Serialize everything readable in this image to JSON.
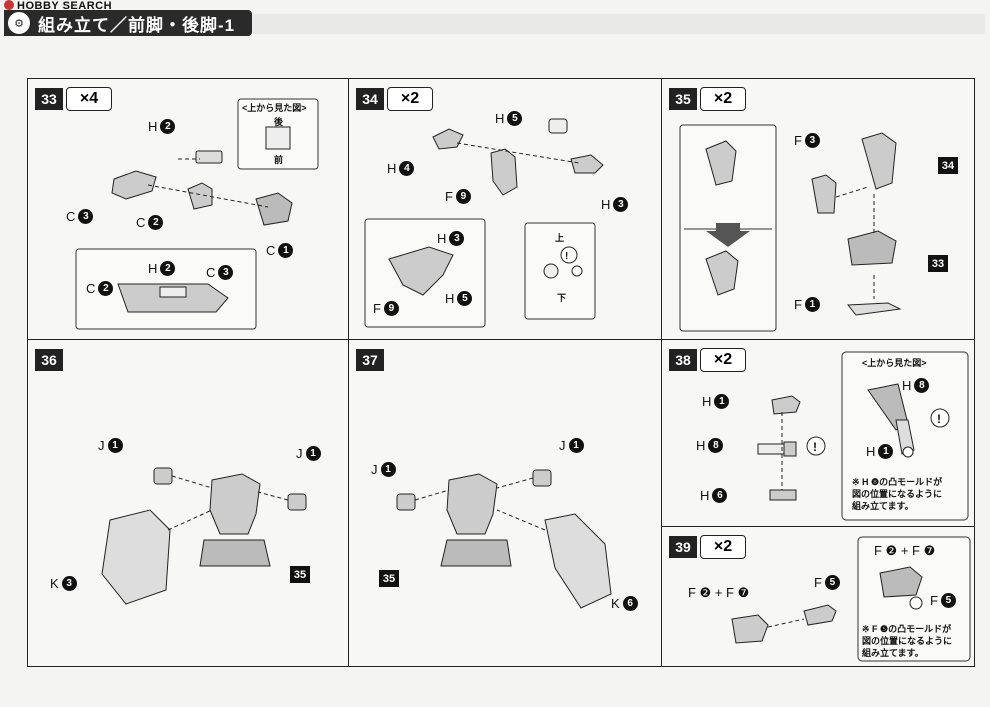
{
  "header": {
    "watermark": "HOBBY SEARCH",
    "title": "組み立て／前脚・後脚-1",
    "brand_color": "#2a2a2a"
  },
  "steps": {
    "s33": {
      "no": "33",
      "mult": "×4",
      "top_view": {
        "title": "<上から見た図>",
        "back": "後",
        "front": "前"
      },
      "parts": [
        {
          "l": "H",
          "n": "2"
        },
        {
          "l": "C",
          "n": "3"
        },
        {
          "l": "C",
          "n": "2"
        },
        {
          "l": "C",
          "n": "1"
        }
      ],
      "detail": [
        {
          "l": "H",
          "n": "2"
        },
        {
          "l": "C",
          "n": "3"
        },
        {
          "l": "C",
          "n": "2"
        }
      ]
    },
    "s34": {
      "no": "34",
      "mult": "×2",
      "parts": [
        {
          "l": "H",
          "n": "5"
        },
        {
          "l": "H",
          "n": "4"
        },
        {
          "l": "F",
          "n": "9"
        },
        {
          "l": "H",
          "n": "3"
        }
      ],
      "detail": [
        {
          "l": "H",
          "n": "3"
        },
        {
          "l": "F",
          "n": "9"
        },
        {
          "l": "H",
          "n": "5"
        }
      ],
      "orient": {
        "up": "上",
        "down": "下"
      }
    },
    "s35": {
      "no": "35",
      "mult": "×2",
      "parts": [
        {
          "l": "F",
          "n": "3"
        },
        {
          "l": "F",
          "n": "1"
        }
      ],
      "refs": [
        "34",
        "33"
      ]
    },
    "s36": {
      "no": "36",
      "parts": [
        {
          "l": "J",
          "n": "1"
        },
        {
          "l": "J",
          "n": "1"
        },
        {
          "l": "K",
          "n": "3"
        }
      ],
      "refs": [
        "35"
      ]
    },
    "s37": {
      "no": "37",
      "parts": [
        {
          "l": "J",
          "n": "1"
        },
        {
          "l": "J",
          "n": "1"
        },
        {
          "l": "K",
          "n": "6"
        }
      ],
      "refs": [
        "35"
      ]
    },
    "s38": {
      "no": "38",
      "mult": "×2",
      "parts": [
        {
          "l": "H",
          "n": "1"
        },
        {
          "l": "H",
          "n": "8"
        },
        {
          "l": "H",
          "n": "6"
        }
      ],
      "top_view": {
        "title": "<上から見た図>"
      },
      "detail": [
        {
          "l": "H",
          "n": "8"
        },
        {
          "l": "H",
          "n": "1"
        }
      ],
      "note": [
        "※ H ❽の凸モールドが",
        "図の位置になるように",
        "組み立てます。"
      ]
    },
    "s39": {
      "no": "39",
      "mult": "×2",
      "combo": "F ❷ + F ❼",
      "parts": [
        {
          "l": "F",
          "n": "5"
        }
      ],
      "detail_combo": "F ❷ + F ❼",
      "detail": [
        {
          "l": "F",
          "n": "5"
        }
      ],
      "note": [
        "※ F ❺の凸モールドが",
        "図の位置になるように",
        "組み立てます。"
      ]
    }
  }
}
